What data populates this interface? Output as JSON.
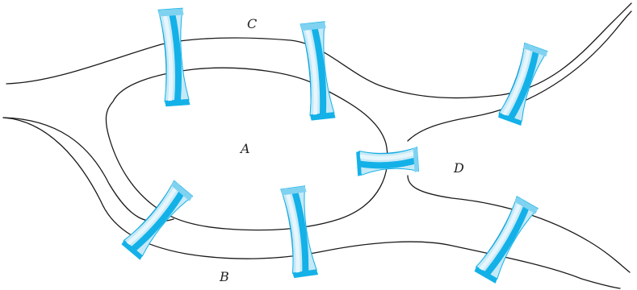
{
  "labels": {
    "A": "A",
    "B": "B",
    "C": "C",
    "D": "D"
  },
  "colors": {
    "river_line": "#1a1a1a",
    "bridge_light": "#c6e9f7",
    "bridge_mid": "#7fd2f0",
    "bridge_dark": "#13b1e8",
    "bridge_edge": "#0c8fc6",
    "background": "#ffffff"
  },
  "bridges": [
    {
      "name": "bridge-c-west",
      "connects": [
        "A",
        "C"
      ]
    },
    {
      "name": "bridge-c-east",
      "connects": [
        "A",
        "C"
      ]
    },
    {
      "name": "bridge-a-d",
      "connects": [
        "A",
        "D"
      ]
    },
    {
      "name": "bridge-c-d",
      "connects": [
        "C",
        "D"
      ]
    },
    {
      "name": "bridge-b-west",
      "connects": [
        "A",
        "B"
      ]
    },
    {
      "name": "bridge-b-east",
      "connects": [
        "A",
        "B"
      ]
    },
    {
      "name": "bridge-b-d",
      "connects": [
        "B",
        "D"
      ]
    }
  ]
}
